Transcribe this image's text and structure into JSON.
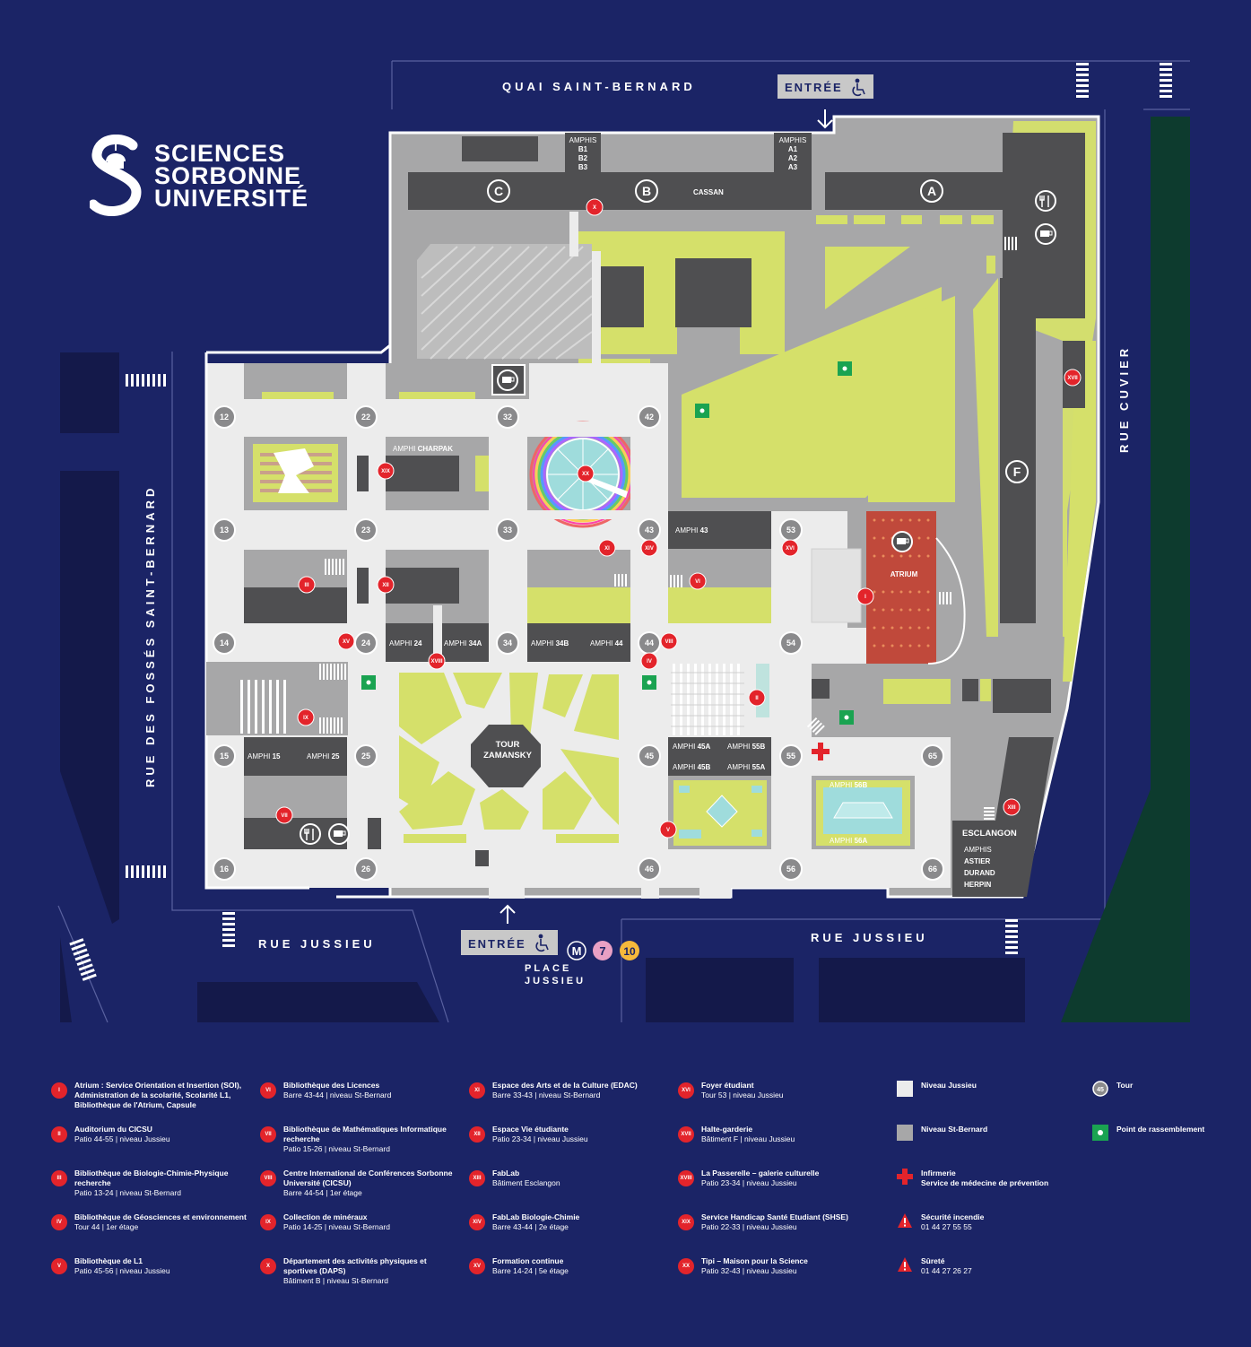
{
  "logo": {
    "line1": "SCIENCES",
    "line2": "SORBONNE",
    "line3": "UNIVERSITÉ"
  },
  "streets": {
    "north": "QUAI SAINT-BERNARD",
    "east": "RUE CUVIER",
    "west": "RUE DES FOSSÉS SAINT-BERNARD",
    "south_left": "RUE JUSSIEU",
    "south_right": "RUE JUSSIEU",
    "place_line1": "PLACE",
    "place_line2": "JUSSIEU"
  },
  "entrances": {
    "north": "ENTRÉE",
    "south": "ENTRÉE"
  },
  "metro": {
    "symbol": "M",
    "line_a": "7",
    "line_b": "10",
    "color_a": "#e9a0c4",
    "color_b": "#f6b93b"
  },
  "buildings": {
    "c": "C",
    "b": "B",
    "a": "A",
    "f": "F",
    "cassan": "CASSAN",
    "amphis_b_title": "AMPHIS",
    "amphis_b1": "B1",
    "amphis_b2": "B2",
    "amphis_b3": "B3",
    "amphis_a_title": "AMPHIS",
    "amphis_a1": "A1",
    "amphis_a2": "A2",
    "amphis_a3": "A3",
    "atrium": "ATRIUM",
    "tour_line1": "TOUR",
    "tour_line2": "ZAMANSKY",
    "esclangon": "ESCLANGON",
    "esclangon_amphis": "AMPHIS",
    "esclangon_1": "ASTIER",
    "esclangon_2": "DURAND",
    "esclangon_3": "HERPIN"
  },
  "amphis": {
    "charpak_pre": "AMPHI",
    "charpak": "CHARPAK",
    "a43_pre": "AMPHI",
    "a43": "43",
    "a24_pre": "AMPHI",
    "a24": "24",
    "a34a_pre": "AMPHI",
    "a34a": "34A",
    "a34b_pre": "AMPHI",
    "a34b": "34B",
    "a44_pre": "AMPHI",
    "a44": "44",
    "a15_pre": "AMPHI",
    "a15": "15",
    "a25_pre": "AMPHI",
    "a25": "25",
    "a45a_pre": "AMPHI",
    "a45a": "45A",
    "a55b_pre": "AMPHI",
    "a55b": "55B",
    "a45b_pre": "AMPHI",
    "a45b": "45B",
    "a55a_pre": "AMPHI",
    "a55a": "55A",
    "a56b_pre": "AMPHI",
    "a56b": "56B",
    "a56a_pre": "AMPHI",
    "a56a": "56A"
  },
  "towers": {
    "t12": "12",
    "t22": "22",
    "t32": "32",
    "t42": "42",
    "t13": "13",
    "t23": "23",
    "t33": "33",
    "t43": "43",
    "t53": "53",
    "t14": "14",
    "t24": "24",
    "t34": "34",
    "t44": "44",
    "t54": "54",
    "t15": "15",
    "t25": "25",
    "t45": "45",
    "t55": "55",
    "t65": "65",
    "t16": "16",
    "t26": "26",
    "t46": "46",
    "t56": "56",
    "t66": "66"
  },
  "markers": {
    "m1": "I",
    "m2": "II",
    "m3": "III",
    "m4": "IV",
    "m5": "V",
    "m6": "VI",
    "m7": "VII",
    "m8": "VIII",
    "m9": "IX",
    "m10": "X",
    "m11": "XI",
    "m12": "XII",
    "m13": "XIII",
    "m14": "XIV",
    "m15": "XV",
    "m16": "XVI",
    "m17": "XVII",
    "m18": "XVIII",
    "m19": "XIX",
    "m20": "XX"
  },
  "colors": {
    "background": "#1b2466",
    "jussieu_level": "#ececec",
    "stbernard_level": "#a7a7a8",
    "building_dark": "#4f4f51",
    "green": "#d5e06a",
    "marker": "#e3242b",
    "river_strip": "#0d3b2e"
  },
  "legend": {
    "items": [
      {
        "badge": "I",
        "title": "Atrium : Service Orientation et Insertion (SOI), Administration de la scolarité, Scolarité L1, Bibliothèque de l'Atrium, Capsule",
        "sub": ""
      },
      {
        "badge": "II",
        "title": "Auditorium du CICSU",
        "sub": "Patio 44-55 | niveau Jussieu"
      },
      {
        "badge": "III",
        "title": "Bibliothèque de Biologie-Chimie-Physique recherche",
        "sub": "Patio 13-24 | niveau St-Bernard"
      },
      {
        "badge": "IV",
        "title": "Bibliothèque de Géosciences et environnement",
        "sub": "Tour 44 | 1er étage"
      },
      {
        "badge": "V",
        "title": "Bibliothèque de L1",
        "sub": "Patio 45-56 | niveau Jussieu"
      },
      {
        "badge": "VI",
        "title": "Bibliothèque des Licences",
        "sub": "Barre 43-44 | niveau St-Bernard"
      },
      {
        "badge": "VII",
        "title": "Bibliothèque de Mathématiques Informatique recherche",
        "sub": "Patio 15-26 | niveau St-Bernard"
      },
      {
        "badge": "VIII",
        "title": "Centre International de Conférences Sorbonne Université (CICSU)",
        "sub": "Barre 44-54 | 1er étage"
      },
      {
        "badge": "IX",
        "title": "Collection de minéraux",
        "sub": "Patio 14-25 | niveau St-Bernard"
      },
      {
        "badge": "X",
        "title": "Département des activités physiques et sportives (DAPS)",
        "sub": "Bâtiment B | niveau St-Bernard"
      },
      {
        "badge": "XI",
        "title": "Espace des Arts et de la Culture (EDAC)",
        "sub": "Barre 33-43 | niveau St-Bernard"
      },
      {
        "badge": "XII",
        "title": "Espace Vie étudiante",
        "sub": "Patio 23-34 | niveau Jussieu"
      },
      {
        "badge": "XIII",
        "title": "FabLab",
        "sub": "Bâtiment Esclangon"
      },
      {
        "badge": "XIV",
        "title": "FabLab Biologie-Chimie",
        "sub": "Barre 43-44 | 2e étage"
      },
      {
        "badge": "XV",
        "title": "Formation continue",
        "sub": "Barre 14-24 | 5e étage"
      },
      {
        "badge": "XVI",
        "title": "Foyer étudiant",
        "sub": "Tour 53 | niveau Jussieu"
      },
      {
        "badge": "XVII",
        "title": "Halte-garderie",
        "sub": "Bâtiment F | niveau Jussieu"
      },
      {
        "badge": "XVIII",
        "title": "La Passerelle – galerie culturelle",
        "sub": "Patio 23-34 | niveau Jussieu"
      },
      {
        "badge": "XIX",
        "title": "Service Handicap Santé Etudiant (SHSE)",
        "sub": "Patio 22-33 | niveau Jussieu"
      },
      {
        "badge": "XX",
        "title": "Tipi – Maison pour la Science",
        "sub": "Patio 32-43 | niveau Jussieu"
      }
    ],
    "keys": {
      "jussieu": "Niveau Jussieu",
      "stbernard": "Niveau St-Bernard",
      "infirmerie_title": "Infirmerie",
      "infirmerie_sub": "Service de médecine de prévention",
      "incendie_title": "Sécurité incendie",
      "incendie_phone": "01 44 27 55 55",
      "surete_title": "Sûreté",
      "surete_phone": "01 44 27 26 27",
      "tour_icon": "45",
      "tour": "Tour",
      "rassemblement": "Point de rassemblement"
    }
  }
}
